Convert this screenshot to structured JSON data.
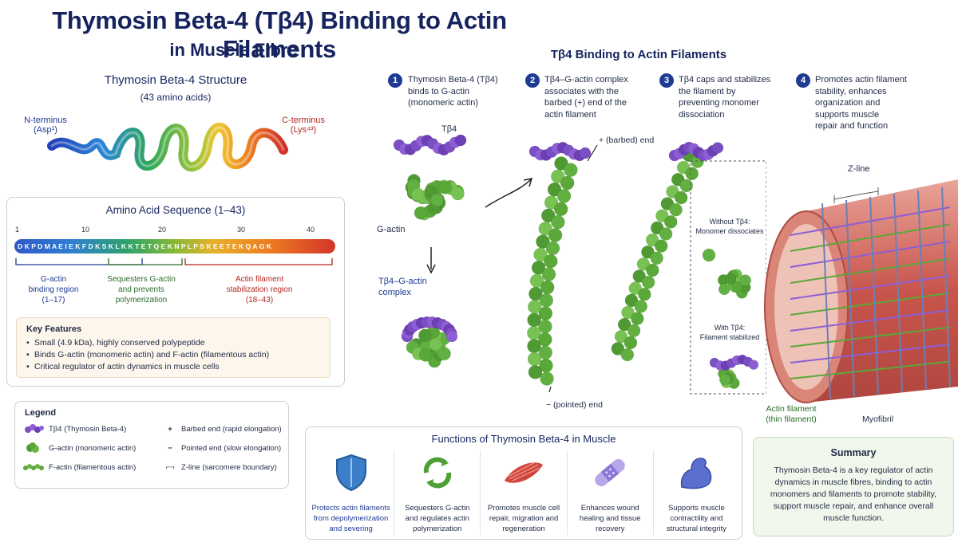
{
  "header": {
    "title": "Thymosin Beta-4 (Tβ4) Binding to Actin Filaments",
    "subtitle": "in Muscle Fibre"
  },
  "structure": {
    "heading": "Thymosin Beta-4 Structure",
    "sub": "(43 amino acids)",
    "n_terminus": "N-terminus",
    "n_residue": "(Asp¹)",
    "c_terminus": "C-terminus",
    "c_residue": "(Lys⁴³)"
  },
  "sequence": {
    "heading": "Amino Acid Sequence (1–43)",
    "letters": "D K P D M A E I E K F D K S K L K K T E T Q E K N P L P S K E E T E K Q A G K",
    "ticks": [
      "1",
      "10",
      "20",
      "30",
      "40"
    ],
    "regions": [
      {
        "label": "G-actin\nbinding region\n(1–17)",
        "color": "#1f3a93"
      },
      {
        "label": "Sequesters G-actin\nand prevents\npolymerization",
        "color": "#2a6b2a"
      },
      {
        "label": "Actin filament\nstabilization region\n(18–43)",
        "color": "#b3261e"
      }
    ]
  },
  "key_features": {
    "heading": "Key Features",
    "items": [
      "Small (4.9 kDa), highly conserved polypeptide",
      "Binds G-actin (monomeric actin) and F-actin (filamentous actin)",
      "Critical regulator of actin dynamics in muscle cells"
    ]
  },
  "legend": {
    "heading": "Legend",
    "items": [
      "Tβ4 (Thymosin Beta-4)",
      "G-actin (monomeric actin)",
      "F-actin (filamentous actin)"
    ],
    "symbols": [
      {
        "sym": "+",
        "label": "Barbed end (rapid elongation)"
      },
      {
        "sym": "−",
        "label": "Pointed end (slow elongation)"
      },
      {
        "sym": "⌐¬",
        "label": "Z-line (sarcomere boundary)"
      }
    ]
  },
  "binding": {
    "heading": "Tβ4 Binding to Actin Filaments",
    "steps": [
      {
        "num": "1",
        "text": "Thymosin Beta-4 (Tβ4)\nbinds to G-actin\n(monomeric actin)"
      },
      {
        "num": "2",
        "text": "Tβ4–G-actin complex\nassociates with the\nbarbed (+) end of the\nactin filament"
      },
      {
        "num": "3",
        "text": "Tβ4 caps and stabilizes\nthe filament by\npreventing monomer\ndissociation"
      },
      {
        "num": "4",
        "text": "Promotes actin filament\nstability, enhances\norganization and\nsupports muscle\nrepair and function"
      }
    ],
    "labels": {
      "tb4": "Tβ4",
      "g_actin": "G-actin",
      "complex": "Tβ4–G-actin\ncomplex",
      "barbed_end": "+ (barbed) end",
      "pointed_end": "− (pointed) end",
      "without": "Without Tβ4:\nMonomer dissociates",
      "with": "With Tβ4:\nFilament stabilized",
      "z_line": "Z-line",
      "actin_filament": "Actin filament\n(thin filament)",
      "myofibril": "Myofibril"
    }
  },
  "functions": {
    "heading": "Functions of Thymosin Beta-4 in Muscle",
    "items": [
      {
        "icon": "shield-icon",
        "text": "Protects actin filaments\nfrom depolymerization\nand severing"
      },
      {
        "icon": "recycle-icon",
        "text": "Sequesters G-actin\nand regulates actin\npolymerization"
      },
      {
        "icon": "muscle-cell-icon",
        "text": "Promotes muscle cell\nrepair, migration and\nregeneration"
      },
      {
        "icon": "bandage-icon",
        "text": "Enhances wound\nhealing and tissue\nrecovery"
      },
      {
        "icon": "flexed-arm-icon",
        "text": "Supports muscle\ncontractility and\nstructural integrity"
      }
    ]
  },
  "summary": {
    "heading": "Summary",
    "text": "Thymosin Beta-4 is a key regulator of actin dynamics in muscle fibres, binding to actin monomers and filaments to promote stability, support muscle repair, and enhance overall muscle function."
  }
}
